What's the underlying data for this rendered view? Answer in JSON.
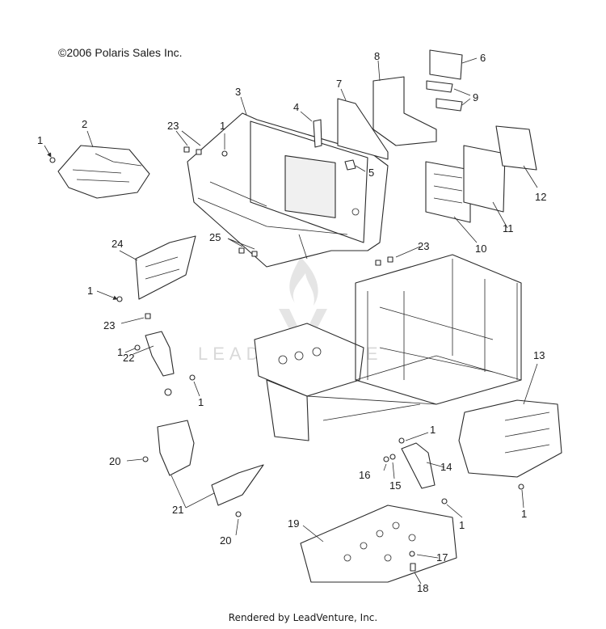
{
  "copyright": "©2006 Polaris Sales Inc.",
  "footer": "Rendered by LeadVenture, Inc.",
  "watermark": "LEADVENTURE",
  "callouts": [
    "1",
    "2",
    "3",
    "4",
    "5",
    "6",
    "7",
    "8",
    "9",
    "10",
    "11",
    "12",
    "13",
    "14",
    "15",
    "16",
    "17",
    "18",
    "19",
    "20",
    "21",
    "22",
    "23",
    "24",
    "25"
  ]
}
